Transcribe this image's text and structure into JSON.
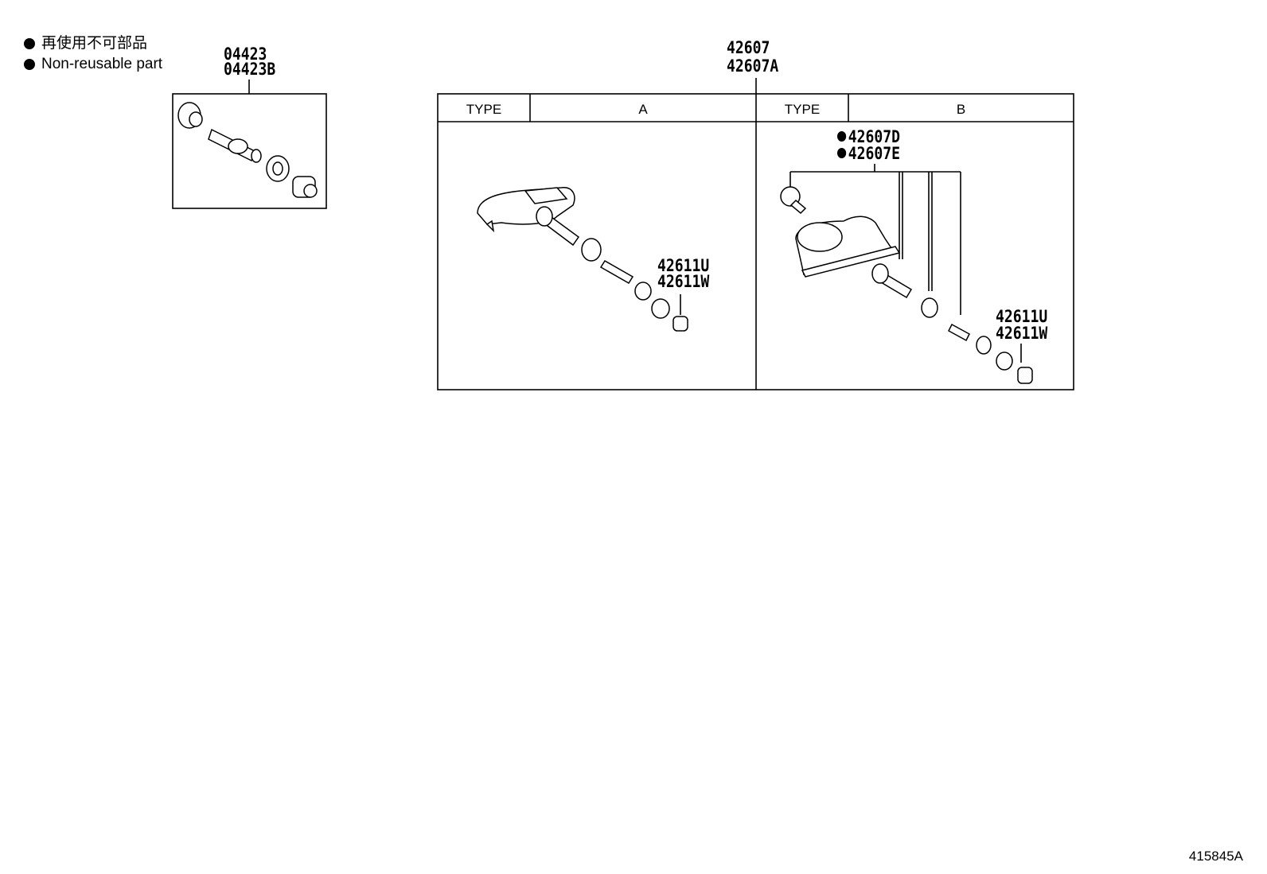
{
  "legend": {
    "items": [
      {
        "icon": "black-circle",
        "text": "再使用不可部品"
      },
      {
        "icon": "black-circle",
        "text": "Non-reusable part"
      }
    ]
  },
  "valve_kit": {
    "codes": [
      "04423",
      "04423B"
    ]
  },
  "sensor_assembly": {
    "codes": [
      "42607",
      "42607A"
    ],
    "table": {
      "type_header": "TYPE",
      "type_a": "A",
      "type_b": "B"
    },
    "type_a_valve_codes": [
      "42611U",
      "42611W"
    ],
    "type_b_sensor_codes": [
      "42607D",
      "42607E"
    ],
    "type_b_valve_codes": [
      "42611U",
      "42611W"
    ]
  },
  "figure_id": "415845A"
}
